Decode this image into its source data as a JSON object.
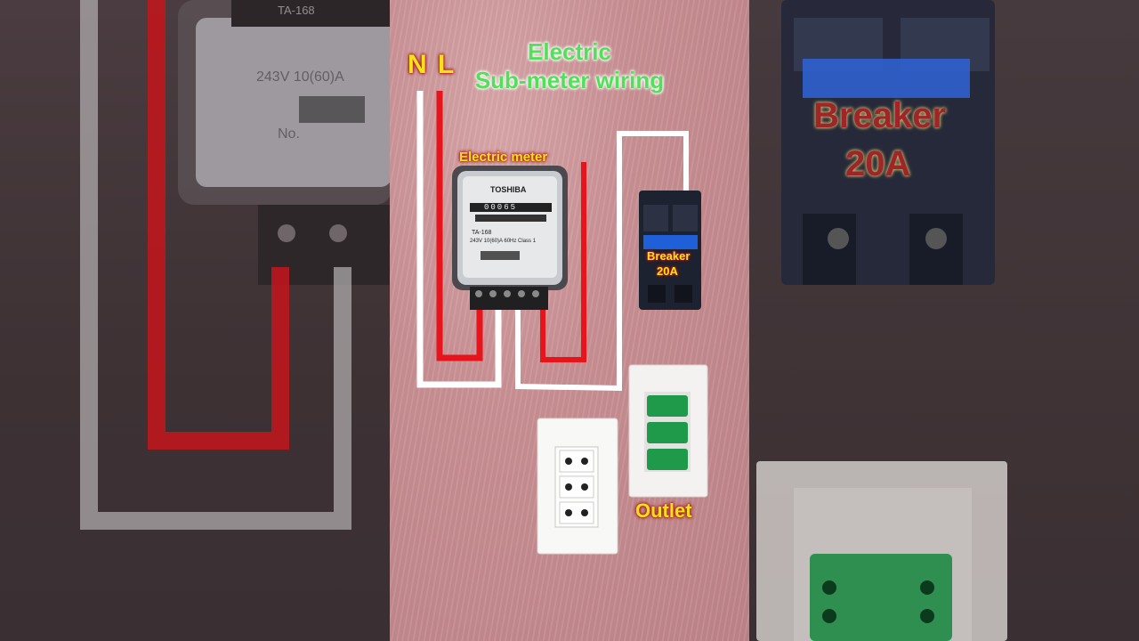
{
  "title": {
    "line1": "Electric",
    "line2": "Sub-meter wiring"
  },
  "labels": {
    "neutral": "N",
    "live": "L",
    "meter": "Electric meter",
    "breaker_line1": "Breaker",
    "breaker_line2": "20A",
    "outlet": "Outlet"
  },
  "meter": {
    "brand": "TOSHIBA",
    "model": "TA-168",
    "rating": "243V  10(60)A  60Hz  Class 1",
    "reading": "00065"
  },
  "background_labels": {
    "breaker_line1": "Breaker",
    "breaker_line2": "20A",
    "meter_rating": "243V  10(60)A",
    "meter_model": "TA-168",
    "meter_no": "No."
  },
  "colors": {
    "live_wire": "#e8141c",
    "neutral_wire": "#ffffff",
    "title": "#52e05a",
    "label": "#f5e21a",
    "switch": "#1f9a4a"
  }
}
